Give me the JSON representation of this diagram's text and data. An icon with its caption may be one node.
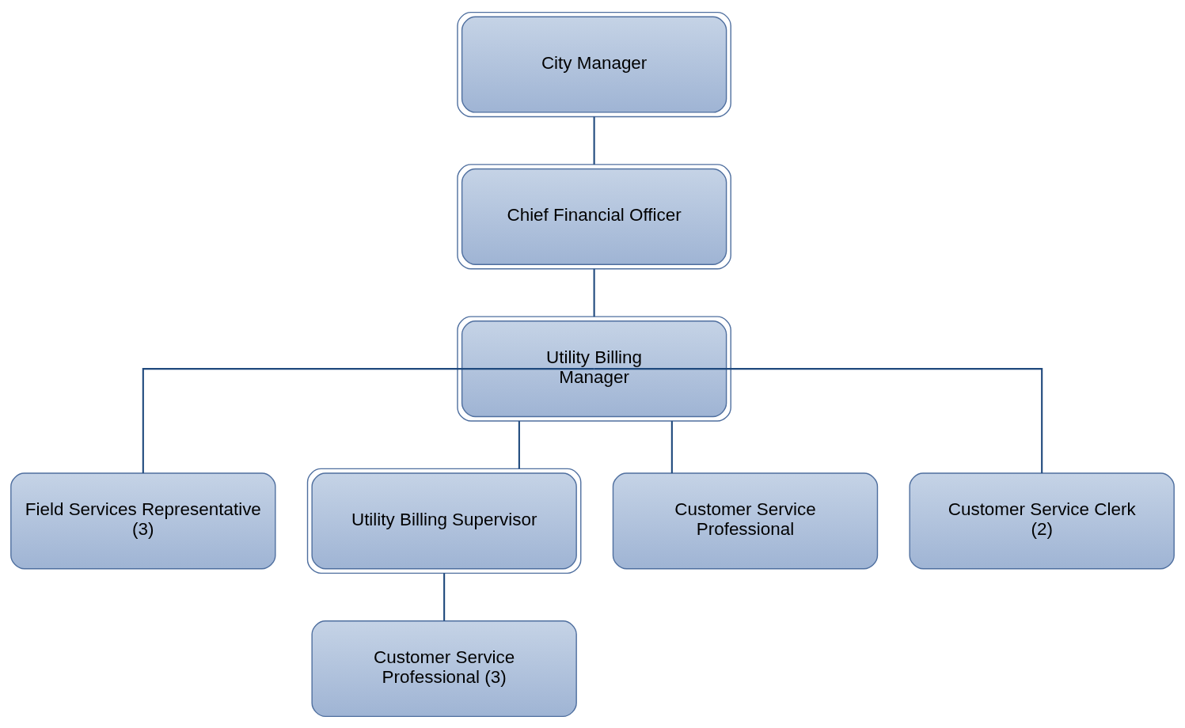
{
  "diagram": {
    "nodes": [
      {
        "text": [
          "City Manager"
        ]
      },
      {
        "text": [
          "Chief Financial Officer"
        ]
      },
      {
        "text": [
          "Utility Billing Manager"
        ]
      },
      {
        "text": [
          "Field Services Representative (3)"
        ]
      },
      {
        "text": [
          "Utility Billing Supervisor"
        ]
      },
      {
        "text": [
          "Customer Service Professional"
        ]
      },
      {
        "text": [
          "Customer Service Clerk (2)"
        ]
      },
      {
        "text": [
          "Customer Service Professional (3)"
        ]
      }
    ],
    "edges": [
      {
        "from": 0,
        "to": 1,
        "arrow": "none"
      },
      {
        "from": 1,
        "to": 2,
        "arrow": "none"
      },
      {
        "from": 2,
        "to": 3,
        "arrow": "none"
      },
      {
        "from": 2,
        "to": 4,
        "arrow": "none"
      },
      {
        "from": 2,
        "to": 5,
        "arrow": "none"
      },
      {
        "from": 2,
        "to": 6,
        "arrow": "none"
      },
      {
        "from": 4,
        "to": 7,
        "arrow": "none"
      }
    ]
  }
}
